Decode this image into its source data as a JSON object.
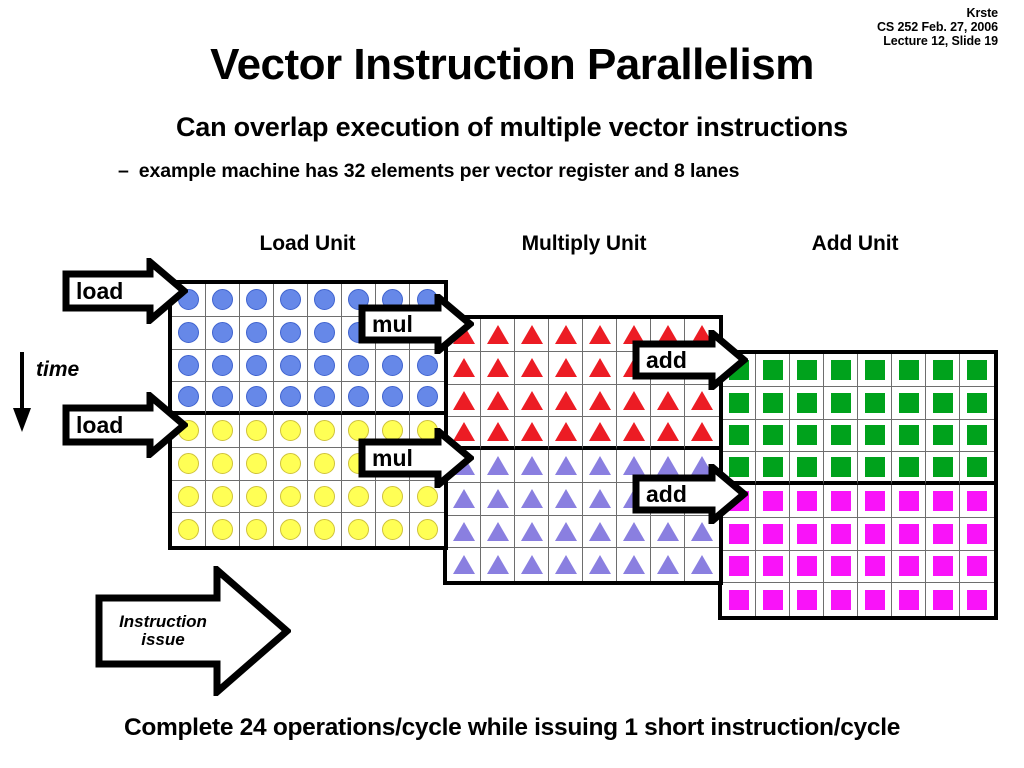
{
  "header": {
    "author": "Krste",
    "course": "CS 252 Feb. 27, 2006",
    "lecture": "Lecture 12, Slide 19"
  },
  "title": "Vector Instruction Parallelism",
  "bullets": {
    "level1": "Can overlap execution of multiple vector instructions",
    "dash": "–",
    "level2": "example machine has 32 elements per vector register and 8 lanes"
  },
  "caption": "Complete 24 operations/cycle while issuing 1 short instruction/cycle",
  "time_axis": {
    "label": "time",
    "icon": "down-arrow-icon"
  },
  "units": [
    {
      "key": "load",
      "heading": "Load Unit",
      "lanes": 8,
      "rows": 8,
      "shape": "circle",
      "instructions": [
        {
          "name": "load",
          "rows": 4,
          "color": "#6688e8",
          "stroke": "#3f63cf"
        },
        {
          "name": "load",
          "rows": 4,
          "color": "#ffff55",
          "stroke": "#cfc23a"
        }
      ]
    },
    {
      "key": "multiply",
      "heading": "Multiply Unit",
      "lanes": 8,
      "rows": 8,
      "shape": "triangle",
      "instructions": [
        {
          "name": "mul",
          "rows": 4,
          "color": "#ec1c24",
          "stroke": "#ec1c24"
        },
        {
          "name": "mul",
          "rows": 4,
          "color": "#8a7fe0",
          "stroke": "#8a7fe0"
        }
      ]
    },
    {
      "key": "add",
      "heading": "Add Unit",
      "lanes": 8,
      "rows": 8,
      "shape": "square",
      "instructions": [
        {
          "name": "add",
          "rows": 4,
          "color": "#00a21c",
          "stroke": "#00a21c"
        },
        {
          "name": "add",
          "rows": 4,
          "color": "#f913f9",
          "stroke": "#f913f9"
        }
      ]
    }
  ],
  "arrows": {
    "load_1": "load",
    "load_2": "load",
    "mul_1": "mul",
    "mul_2": "mul",
    "add_1": "add",
    "add_2": "add",
    "instruction_issue": "Instruction\nissue"
  },
  "colors": {
    "blue": "#6688e8",
    "yellow": "#ffff55",
    "red": "#ec1c24",
    "purple": "#8a7fe0",
    "green": "#00a21c",
    "magenta": "#f913f9",
    "outline": "#000000",
    "grid_line": "#6e6e6e",
    "background": "#ffffff"
  }
}
